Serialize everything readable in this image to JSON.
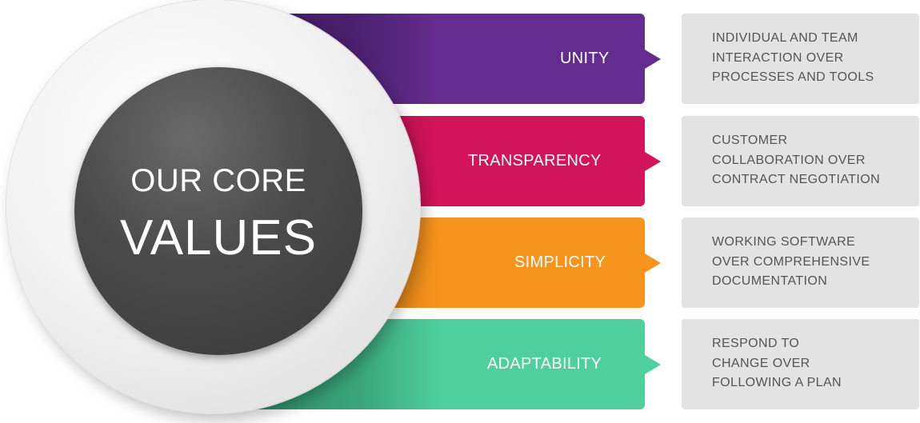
{
  "center": {
    "title_line1": "OUR CORE",
    "title_line2": "VALUES"
  },
  "values": [
    {
      "label": "UNITY",
      "color": "#652c8f",
      "description": [
        "INDIVIDUAL AND TEAM",
        "INTERACTION OVER",
        "PROCESSES AND TOOLS"
      ]
    },
    {
      "label": "TRANSPARENCY",
      "color": "#d4145a",
      "description": [
        "CUSTOMER",
        "COLLABORATION OVER",
        "CONTRACT NEGOTIATION"
      ]
    },
    {
      "label": "SIMPLICITY",
      "color": "#f7941d",
      "description": [
        "WORKING SOFTWARE",
        "OVER COMPREHENSIVE",
        "DOCUMENTATION"
      ]
    },
    {
      "label": "ADAPTABILITY",
      "color": "#4fcf9c",
      "description": [
        "RESPOND TO",
        "CHANGE OVER",
        "FOLLOWING A PLAN"
      ]
    }
  ],
  "colors": {
    "description_bg": "#e3e3e3",
    "description_text": "#555555",
    "center_circle": "#4a4a4a"
  }
}
